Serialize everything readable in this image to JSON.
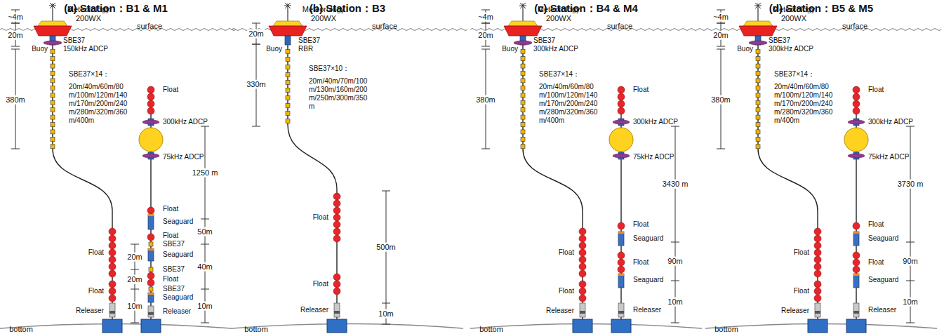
{
  "diagram": {
    "labels": [
      "(a) Station：B1 & M1",
      "~4m",
      "Meteorology 200WX",
      "surface",
      "20m",
      "Buoy",
      "SBE37",
      "150kHz ADCP",
      "380m",
      "SBE37×14：",
      "20m/40m/60m/80m/100m/120m/140m/170m/200m/240m/280m/320m/360m/400m",
      "Float",
      "Float",
      "Releaser",
      "bottom",
      "Float",
      "300kHz ADCP",
      "75kHz ADCP",
      "1250 m",
      "Float",
      "Seaguard",
      "50m",
      "Float",
      "SBE37",
      "Seaguard",
      "20m",
      "SBE37",
      "20m",
      "40m",
      "Float",
      "SBE37",
      "Seaguard",
      "10m",
      "Releaser",
      "10m",
      "(b) Station：B3",
      "Meteorology 200WX",
      "surface",
      "20m",
      "Buoy",
      "SBE37",
      "RBR",
      "330m",
      "SBE37×10：",
      "20m/40m/70m/100m/130m/160m/200m/250m/300m/350m",
      "Float",
      "Float",
      "500m",
      "Releaser",
      "10m",
      "bottom",
      "(c) Station：B4 & M4",
      "~4m",
      "Meteorology 200WX",
      "surface",
      "20m",
      "Buoy",
      "SBE37",
      "300kHz ADCP",
      "380m",
      "SBE37×14：",
      "20m/40m/60m/80m/100m/120m/140m/170m/200m/240m/280m/320m/360m/400m",
      "Float",
      "Float",
      "Releaser",
      "bottom",
      "Float",
      "300kHz ADCP",
      "75kHz ADCP",
      "3430 m",
      "Float",
      "Seaguard",
      "90m",
      "Float",
      "Seaguard",
      "Releaser",
      "10m",
      "(d) Station：B5 & M5",
      "~4m",
      "Meteorology 200WX",
      "surface",
      "20m",
      "Buoy",
      "SBE37",
      "300kHz ADCP",
      "380m",
      "SBE37×14：",
      "20m/40m/60m/80m/100m/120m/140m/170m/200m/240m/280m/320m/360m/400m",
      "Float",
      "Float",
      "Releaser",
      "bottom",
      "Float",
      "300kHz ADCP",
      "75kHz ADCP",
      "3730 m",
      "Float",
      "Seaguard",
      "90m",
      "Float",
      "Seaguard",
      "Releaser",
      "10m"
    ]
  }
}
